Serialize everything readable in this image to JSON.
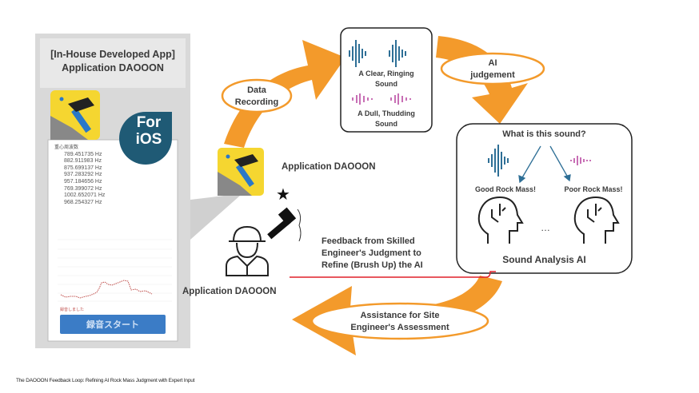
{
  "app_panel": {
    "title_line1": "[In-House Developed App]",
    "title_line2": "Application DAOOON",
    "badge": "For iOS",
    "freq_header": "重心周波数",
    "frequencies": [
      "789.451735 Hz",
      "882.911983 Hz",
      "875.699137 Hz",
      "937.283292 Hz",
      "957.184656 Hz",
      "769.399072 Hz",
      "1002.652071 Hz",
      "968.254327 Hz"
    ],
    "status_text": "録音しました",
    "record_button": "録音スタート"
  },
  "flow": {
    "data_recording": "Data Recording",
    "ai_judgement_line1": "AI",
    "ai_judgement_line2": "judgement",
    "assistance_line1": "Assistance for Site",
    "assistance_line2": "Engineer's Assessment",
    "feedback_lines": [
      "Feedback from Skilled",
      "Engineer's Judgment to",
      "Refine (Brush Up) the AI"
    ]
  },
  "sound_box": {
    "clear_line1": "A Clear, Ringing",
    "clear_line2": "Sound",
    "dull_line1": "A Dull, Thudding",
    "dull_line2": "Sound"
  },
  "ai_box": {
    "question": "What is this sound?",
    "good": "Good Rock Mass!",
    "poor": "Poor Rock Mass!",
    "ellipsis": "…",
    "title": "Sound Analysis AI"
  },
  "app_label_top": "Application DAOOON",
  "app_label_bottom": "Application DAOOON",
  "caption": "The DAOOON Feedback Loop: Refining AI Rock Mass Judgment with Expert Input",
  "colors": {
    "orange": "#F39A2B",
    "clear_wave": "#2E6F96",
    "dull_wave": "#C86FB5",
    "feedback_line": "#E0202A",
    "button": "#3B7CC6",
    "badge": "#1F5A75"
  }
}
